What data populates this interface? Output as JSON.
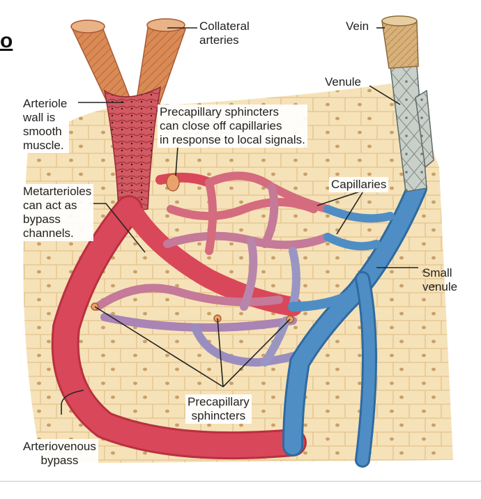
{
  "corner_mark": "o",
  "labels": {
    "collateral_arteries": [
      "Collateral",
      "arteries"
    ],
    "vein": "Vein",
    "venule": "Venule",
    "arteriole": [
      "Arteriole",
      "wall is",
      "smooth",
      "muscle."
    ],
    "precap_top": [
      "Precapillary sphincters",
      "can close off capillaries",
      "in response to local signals."
    ],
    "capillaries": "Capillaries",
    "metarterioles": [
      "Metarterioles",
      "can act as",
      "bypass",
      "channels."
    ],
    "small_venule": [
      "Small",
      "venule"
    ],
    "precap_bottom": [
      "Precapillary",
      "sphincters"
    ],
    "av_bypass": [
      "Arteriovenous",
      "bypass"
    ]
  },
  "colors": {
    "tissue": "#f6e2b8",
    "cell_border": "#e6c896",
    "nucleus": "#c9a06a",
    "artery": "#d9475a",
    "artery_dark": "#b8313f",
    "vein_blue": "#4f8ec4",
    "vein_dark": "#2f6aa0",
    "collateral": "#d98a55",
    "vein_top": "#d8b07a",
    "venule_gray": "#c9cfc9"
  }
}
